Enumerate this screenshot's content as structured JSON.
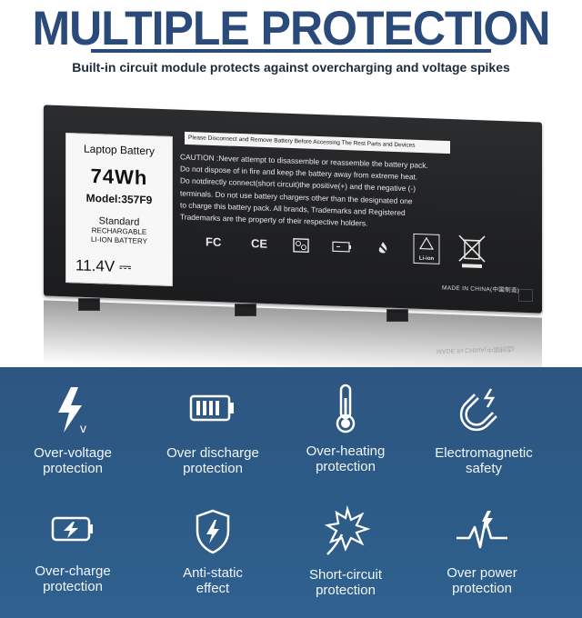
{
  "header": {
    "title": "MULTIPLE PROTECTION",
    "subtitle": "Built-in circuit module protects against overcharging and voltage spikes"
  },
  "battery": {
    "label": {
      "title": "Laptop Battery",
      "capacity": "74Wh",
      "model": "Model:357F9",
      "type": "Standard",
      "chemistry_line1": "RECHARGABLE",
      "chemistry_line2": "LI-ION BATTERY",
      "voltage": "11.4V ⎓"
    },
    "warning_bar": "Please Disconnect and Remove Battery Before Accessing The Rest Parts and Devices",
    "caution_lines": [
      "CAUTION :Never attempt to disassemble or reassemble the battery pack.",
      "Do not dispose of in fire and keep the battery away from extreme heat.",
      "Do notdirectly connect(short circuit)the positive(+) and the negative (-)",
      "terminals. Do not use battery chargers other than the designated one",
      "to charge this battery pack. All brands, Trademarks and Registered",
      "Trademarks are the property of their respective holders."
    ],
    "cert_marks": {
      "fc": "FC",
      "ce": "CE",
      "liion": "Li-ion"
    },
    "made_in": "MADE IN CHINA(中国制造)",
    "reflection_text": "MADE IN CHINA(中国制造)"
  },
  "features": [
    {
      "icon": "lightning-v-icon",
      "line1": "Over-voltage",
      "line2": "protection"
    },
    {
      "icon": "battery-bars-icon",
      "line1": "Over discharge",
      "line2": "protection"
    },
    {
      "icon": "thermometer-icon",
      "line1": "Over-heating",
      "line2": "protection"
    },
    {
      "icon": "magnet-icon",
      "line1": "Electromagnetic",
      "line2": "safety"
    },
    {
      "icon": "charging-battery-icon",
      "line1": "Over-charge",
      "line2": "protection"
    },
    {
      "icon": "shield-bolt-icon",
      "line1": "Anti-static",
      "line2": "effect"
    },
    {
      "icon": "spark-burst-icon",
      "line1": "Short-circuit",
      "line2": "protection"
    },
    {
      "icon": "power-pulse-icon",
      "line1": "Over power",
      "line2": "protection"
    }
  ],
  "colors": {
    "title": "#2a4a7a",
    "panel": "#2e5682",
    "battery": "#222325"
  }
}
